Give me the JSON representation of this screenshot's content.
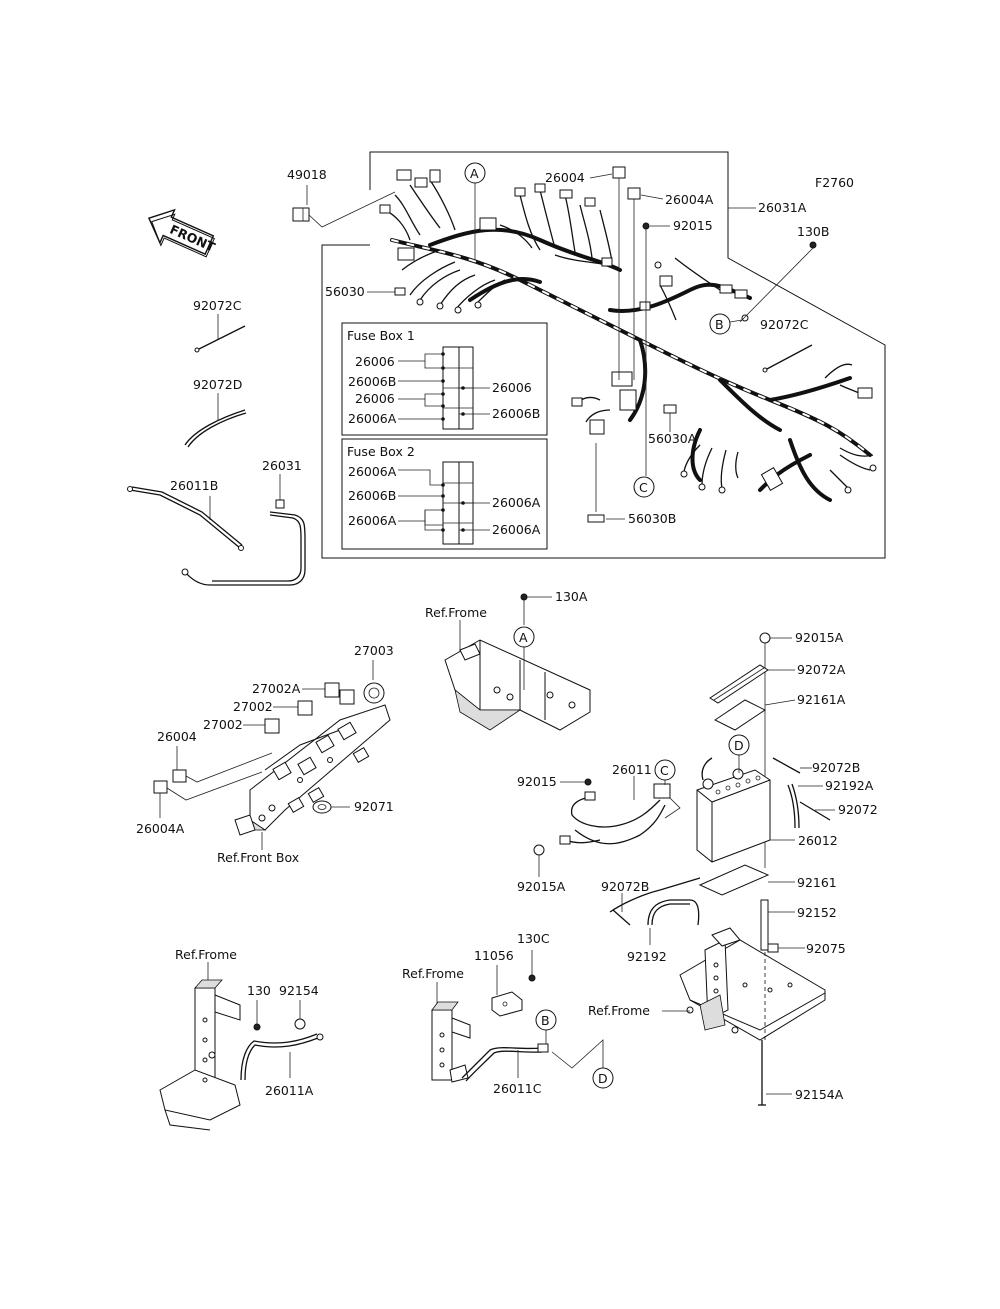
{
  "figure_code": "F2760",
  "front_arrow": "FRONT",
  "fuse_box_1": {
    "title": "Fuse Box 1",
    "left_labels": [
      "26006",
      "26006B",
      "26006",
      "26006A"
    ],
    "right_labels": [
      "26006",
      "26006B"
    ]
  },
  "fuse_box_2": {
    "title": "Fuse Box 2",
    "left_labels": [
      "26006A",
      "26006B",
      "26006A"
    ],
    "right_labels": [
      "26006A",
      "26006A"
    ]
  },
  "callouts": [
    "A",
    "B",
    "C",
    "D"
  ],
  "ref_labels": {
    "frame_top": "Ref.Frome",
    "front_box": "Ref.Front Box",
    "frame_left": "Ref.Frome",
    "frame_mid": "Ref.Frome",
    "frame_right": "Ref.Frome"
  },
  "parts": {
    "p49018": "49018",
    "p26004_top": "26004",
    "p26004A_top": "26004A",
    "p92015_top": "92015",
    "p26031A": "26031A",
    "p130B": "130B",
    "p56030": "56030",
    "p92072C_left": "92072C",
    "p92072C_right": "92072C",
    "p92072D": "92072D",
    "p56030A": "56030A",
    "p56030B": "56030B",
    "p26031": "26031",
    "p26011B": "26011B",
    "p130A": "130A",
    "p27003": "27003",
    "p27002A": "27002A",
    "p27002_a": "27002",
    "p27002_b": "27002",
    "p26004": "26004",
    "p26004A": "26004A",
    "p92071": "92071",
    "p92015_mid": "92015",
    "p26011": "26011",
    "p92015A_mid": "92015A",
    "p92015A": "92015A",
    "p92072A": "92072A",
    "p92161A": "92161A",
    "p92072B_r": "92072B",
    "p92192A": "92192A",
    "p92072": "92072",
    "p26012": "26012",
    "p92072B_l": "92072B",
    "p92161": "92161",
    "p92152": "92152",
    "p92192": "92192",
    "p92075": "92075",
    "p92154A": "92154A",
    "p130": "130",
    "p92154": "92154",
    "p26011A": "26011A",
    "p11056": "11056",
    "p130C": "130C",
    "p26011C": "26011C"
  }
}
